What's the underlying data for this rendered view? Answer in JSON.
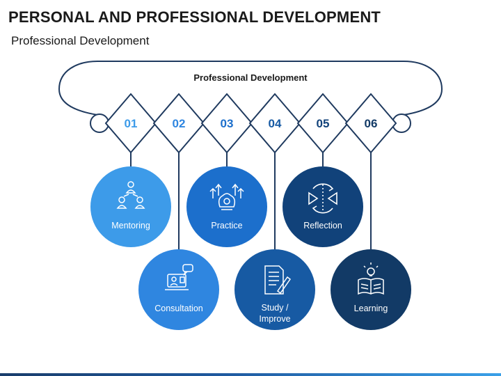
{
  "header": {
    "title": "PERSONAL AND PROFESSIONAL DEVELOPMENT",
    "subtitle": "Professional Development"
  },
  "diagram": {
    "loop_title": "Professional Development",
    "line_color": "#1f3a5f",
    "steps": [
      {
        "number": "01",
        "label_lines": [
          "Mentoring"
        ],
        "color": "#3d9be9",
        "icon": "people-network-icon",
        "row": "top"
      },
      {
        "number": "02",
        "label_lines": [
          "Consultation"
        ],
        "color": "#2f86e0",
        "icon": "video-consultation-icon",
        "row": "bottom"
      },
      {
        "number": "03",
        "label_lines": [
          "Practice"
        ],
        "color": "#1c6fcc",
        "icon": "brain-gear-icon",
        "row": "top"
      },
      {
        "number": "04",
        "label_lines": [
          "Study /",
          "Improve"
        ],
        "color": "#175aa3",
        "icon": "document-pen-icon",
        "row": "bottom"
      },
      {
        "number": "05",
        "label_lines": [
          "Reflection"
        ],
        "color": "#11427a",
        "icon": "reflection-arrows-icon",
        "row": "top"
      },
      {
        "number": "06",
        "label_lines": [
          "Learning"
        ],
        "color": "#123a66",
        "icon": "book-lightbulb-icon",
        "row": "bottom"
      }
    ]
  }
}
